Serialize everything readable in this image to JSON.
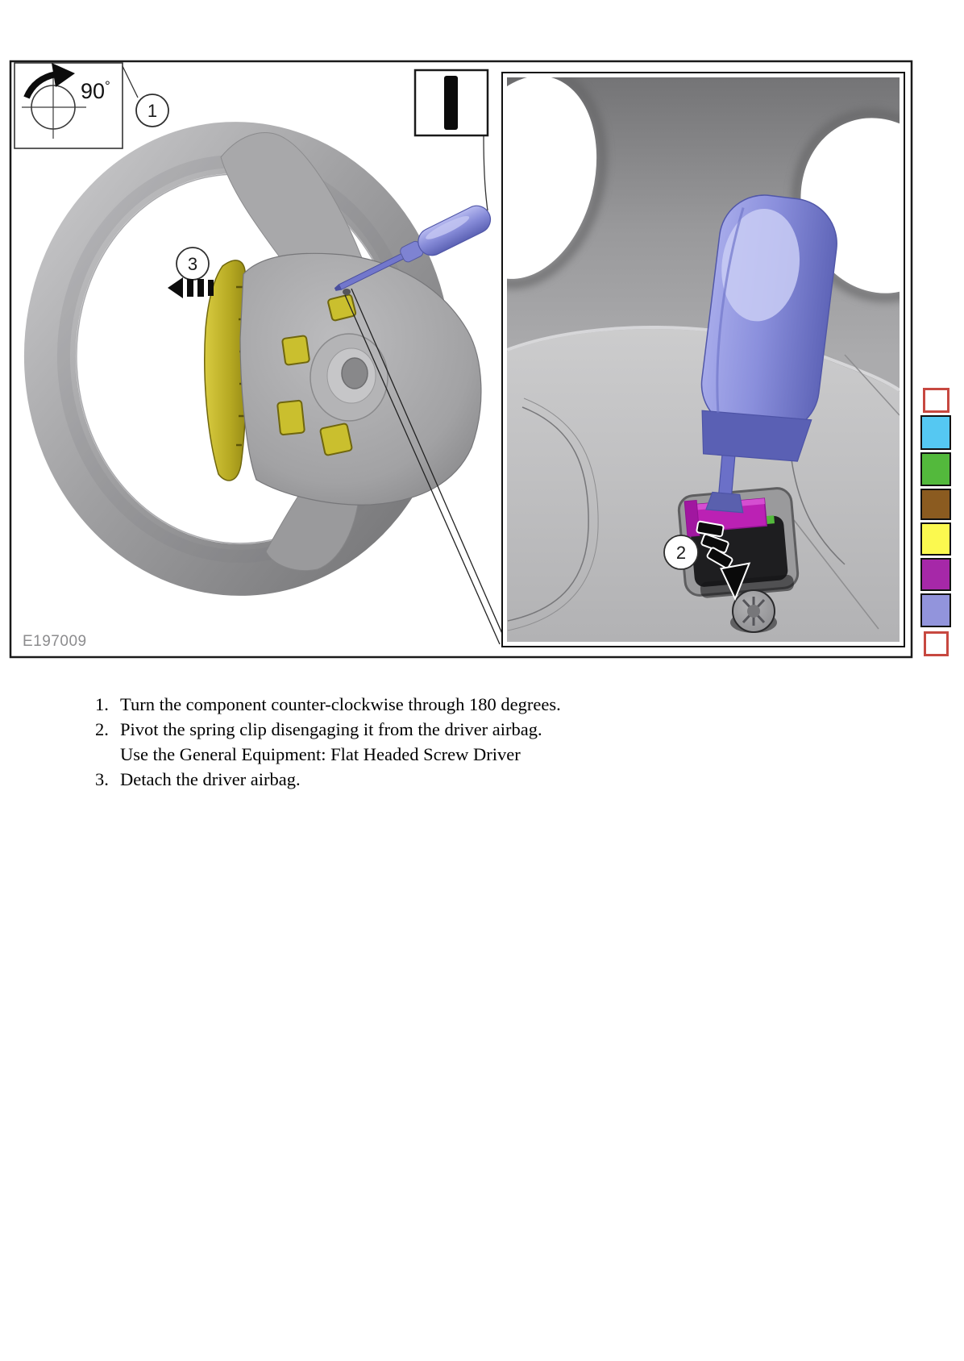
{
  "figure": {
    "code": "E197009",
    "rotation_angle": "90",
    "degree_symbol": "°",
    "callout_1": "1",
    "callout_2": "2",
    "callout_3": "3"
  },
  "instructions": {
    "items": [
      {
        "num": "1.",
        "text": "Turn the component counter-clockwise through 180 degrees."
      },
      {
        "num": "2.",
        "text": "Pivot the spring clip disengaging it from the driver airbag.",
        "note": "Use the General Equipment: Flat Headed Screw Driver"
      },
      {
        "num": "3.",
        "text": "Detach the driver airbag."
      }
    ]
  },
  "legend": {
    "swatches": [
      {
        "name": "empty-top",
        "color": "#ffffff",
        "border": "#c74840"
      },
      {
        "name": "cyan",
        "color": "#55c8f2",
        "border": "#111111"
      },
      {
        "name": "green",
        "color": "#53b93c",
        "border": "#111111"
      },
      {
        "name": "brown",
        "color": "#8b5b20",
        "border": "#111111"
      },
      {
        "name": "yellow",
        "color": "#fbf94f",
        "border": "#111111"
      },
      {
        "name": "magenta",
        "color": "#a628a8",
        "border": "#111111"
      },
      {
        "name": "periwinkle",
        "color": "#9294dc",
        "border": "#111111"
      },
      {
        "name": "empty-bottom",
        "color": "#ffffff",
        "border": "#c74840"
      }
    ]
  },
  "colors": {
    "airbag_yellow": "#c8bc2e",
    "tool_blue": "#8b90dd",
    "clip_magenta": "#bb21b4",
    "wheel_gray": "#9b9b9d"
  }
}
